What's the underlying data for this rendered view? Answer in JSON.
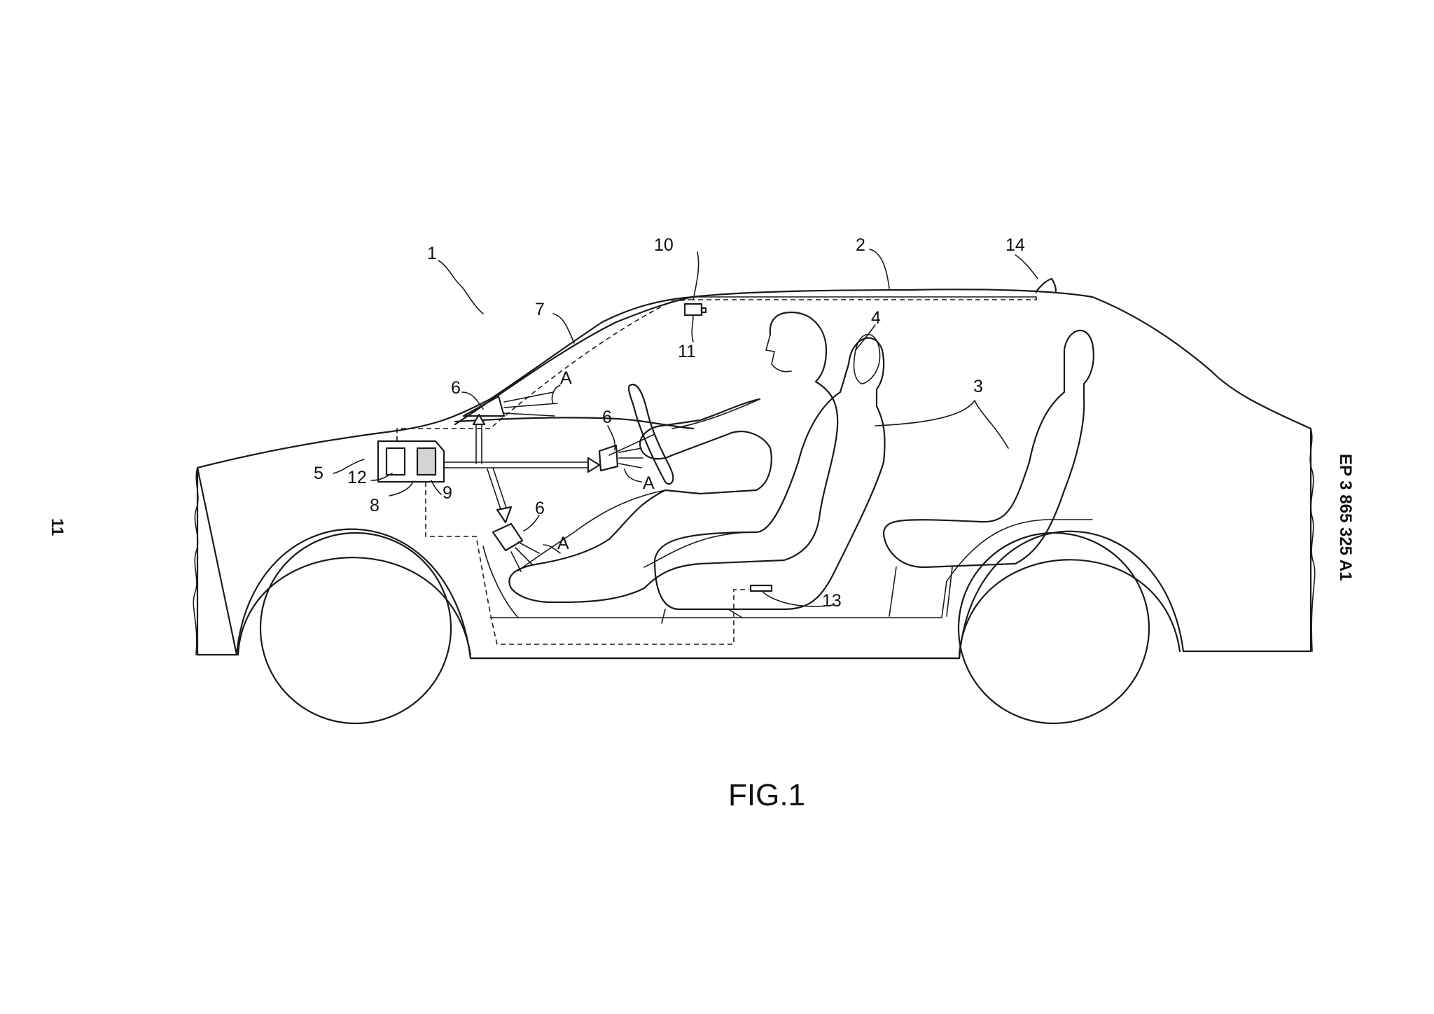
{
  "figure_caption": "FIG.1",
  "publication_number": "EP 3 865 325 A1",
  "page_number": "11",
  "reference_labels": {
    "vehicle": "1",
    "roof": "2",
    "seats": "3",
    "occupant": "4",
    "system": "5",
    "outlet_dashboard_top": "6",
    "outlet_dashboard_mid": "6",
    "outlet_footwell": "6",
    "windshield": "7",
    "control_unit": "8",
    "scent_reservoir": "9",
    "camera_unit": "10",
    "camera": "11",
    "controller": "12",
    "seat_sensor": "13",
    "antenna": "14",
    "airflow_top": "A",
    "airflow_mid": "A",
    "airflow_foot": "A"
  }
}
